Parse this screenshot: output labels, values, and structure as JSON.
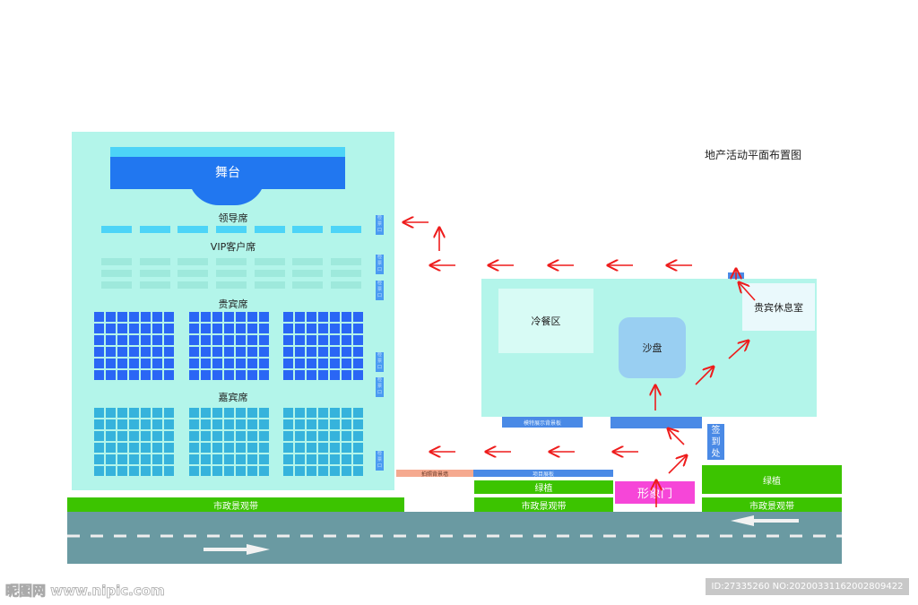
{
  "title": "地产活动平面布置图",
  "hall": {
    "stage_label": "舞台",
    "leader_label": "领导席",
    "vip_label": "VIP客户席",
    "gold_label": "贵宾席",
    "guest_label": "嘉宾席",
    "leader_seats": 7,
    "vip_rows": 3,
    "vip_seats_per_row": 7,
    "block_cols": 7,
    "block_rows": 6,
    "gates": [
      "检票口",
      "检票口",
      "检票口",
      "检票口",
      "检票口",
      "检票口"
    ]
  },
  "lounge": {
    "cold_food": "冷餐区",
    "sand_table": "沙盘",
    "vip_room": "贵宾休息室",
    "model_board": "模特展示背景板",
    "photo_wall": "拍照背景墙",
    "project_board": "项目展板",
    "sign_in": "签到处",
    "image_gate": "形象门"
  },
  "greenery": {
    "plants": "绿植",
    "municipal": "市政景观带"
  },
  "colors": {
    "hall_bg": "#b3f5ea",
    "stage": "#2177f0",
    "arrow": "#ee1c1c",
    "green": "#3cc400",
    "road": "#6a9aa2",
    "magenta": "#f646d8"
  },
  "watermark": {
    "site": "昵图网 www.nipic.com",
    "id": "ID:27335260 NO:20200331162002809422"
  }
}
